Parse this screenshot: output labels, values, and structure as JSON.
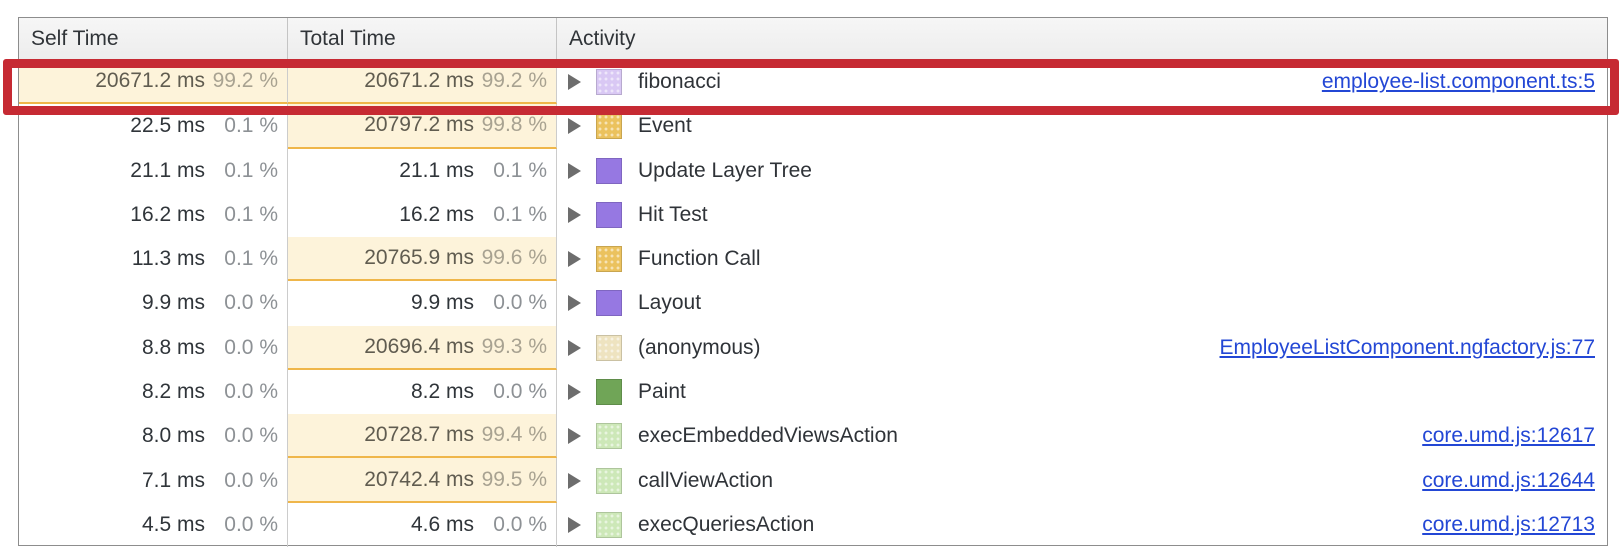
{
  "columns": {
    "self": "Self Time",
    "total": "Total Time",
    "activity": "Activity"
  },
  "colors": {
    "annotation_red": "#c62a33",
    "link_blue": "#2347d5",
    "hot_cell_bg": "#fdf3da",
    "hot_cell_border": "#efb64a",
    "swatch_lavender": "#d9c8f4",
    "swatch_yellow": "#ebc25e",
    "swatch_purple": "#9678e2",
    "swatch_tan": "#eee3c0",
    "swatch_green": "#70a557",
    "swatch_light_green": "#cde8b8"
  },
  "rows": [
    {
      "self_time": "20671.2 ms",
      "self_pct": "99.2 %",
      "total_time": "20671.2 ms",
      "total_pct": "99.2 %",
      "label": "fibonacci",
      "swatch": "#d9c8f4",
      "swatch_name": "scripting-light-purple-swatch",
      "link": "employee-list.component.ts:5"
    },
    {
      "self_time": "22.5 ms",
      "self_pct": "0.1 %",
      "total_time": "20797.2 ms",
      "total_pct": "99.8 %",
      "label": "Event",
      "swatch": "#ebc25e",
      "swatch_name": "scripting-yellow-swatch",
      "link": ""
    },
    {
      "self_time": "21.1 ms",
      "self_pct": "0.1 %",
      "total_time": "21.1 ms",
      "total_pct": "0.1 %",
      "label": "Update Layer Tree",
      "swatch": "#9678e2",
      "swatch_name": "rendering-purple-swatch",
      "link": ""
    },
    {
      "self_time": "16.2 ms",
      "self_pct": "0.1 %",
      "total_time": "16.2 ms",
      "total_pct": "0.1 %",
      "label": "Hit Test",
      "swatch": "#9678e2",
      "swatch_name": "rendering-purple-swatch",
      "link": ""
    },
    {
      "self_time": "11.3 ms",
      "self_pct": "0.1 %",
      "total_time": "20765.9 ms",
      "total_pct": "99.6 %",
      "label": "Function Call",
      "swatch": "#ebc25e",
      "swatch_name": "scripting-yellow-swatch",
      "link": ""
    },
    {
      "self_time": "9.9 ms",
      "self_pct": "0.0 %",
      "total_time": "9.9 ms",
      "total_pct": "0.0 %",
      "label": "Layout",
      "swatch": "#9678e2",
      "swatch_name": "rendering-purple-swatch",
      "link": ""
    },
    {
      "self_time": "8.8 ms",
      "self_pct": "0.0 %",
      "total_time": "20696.4 ms",
      "total_pct": "99.3 %",
      "label": "(anonymous)",
      "swatch": "#eee3c0",
      "swatch_name": "scripting-tan-swatch",
      "link": "EmployeeListComponent.ngfactory.js:77"
    },
    {
      "self_time": "8.2 ms",
      "self_pct": "0.0 %",
      "total_time": "8.2 ms",
      "total_pct": "0.0 %",
      "label": "Paint",
      "swatch": "#70a557",
      "swatch_name": "painting-green-swatch",
      "link": ""
    },
    {
      "self_time": "8.0 ms",
      "self_pct": "0.0 %",
      "total_time": "20728.7 ms",
      "total_pct": "99.4 %",
      "label": "execEmbeddedViewsAction",
      "swatch": "#cde8b8",
      "swatch_name": "scripting-light-green-swatch",
      "link": "core.umd.js:12617"
    },
    {
      "self_time": "7.1 ms",
      "self_pct": "0.0 %",
      "total_time": "20742.4 ms",
      "total_pct": "99.5 %",
      "label": "callViewAction",
      "swatch": "#cde8b8",
      "swatch_name": "scripting-light-green-swatch",
      "link": "core.umd.js:12644"
    },
    {
      "self_time": "4.5 ms",
      "self_pct": "0.0 %",
      "total_time": "4.6 ms",
      "total_pct": "0.0 %",
      "label": "execQueriesAction",
      "swatch": "#cde8b8",
      "swatch_name": "scripting-light-green-swatch",
      "link": "core.umd.js:12713"
    }
  ]
}
